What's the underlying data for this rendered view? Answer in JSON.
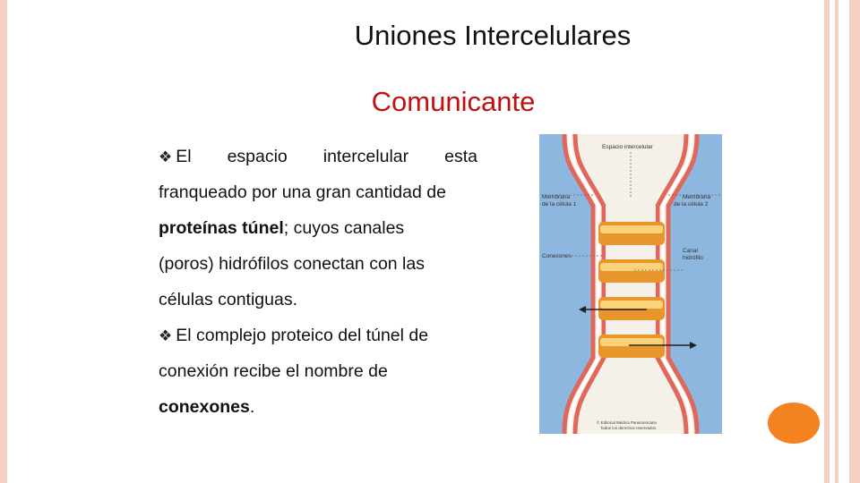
{
  "slide": {
    "title": "Uniones Intercelulares",
    "subtitle": "Comunicante",
    "bullet1": {
      "words_line1": [
        "El",
        "espacio",
        "intercelular",
        "esta"
      ],
      "line2": "franqueado por una gran cantidad de",
      "line3_bold": "proteínas túnel",
      "line3_rest": "; cuyos canales",
      "line4": "(poros) hidrófilos conectan con las",
      "line5": "células contiguas."
    },
    "bullet2": {
      "line1": "El complejo proteico del túnel de",
      "line2": "conexión recibe el nombre de",
      "line3_bold": "conexones",
      "line3_rest": "."
    }
  },
  "figure": {
    "label_space": "Espacio intercelular",
    "label_membrane1_a": "Membrana",
    "label_membrane1_b": "de la célula 1",
    "label_membrane2_a": "Membrana",
    "label_membrane2_b": "de la célula 2",
    "label_connexon": "Conexones",
    "label_channel_a": "Canal",
    "label_channel_b": "hidrófilo",
    "copyright_a": "© Editorial Médica Panamericana",
    "copyright_b": "Todos los derechos reservados",
    "colors": {
      "cytoplasm": "#8db7df",
      "membrane_red": "#e0675b",
      "space": "#f5f0e8",
      "connexon_light": "#fbd37a",
      "connexon_dark": "#e8962c"
    }
  }
}
